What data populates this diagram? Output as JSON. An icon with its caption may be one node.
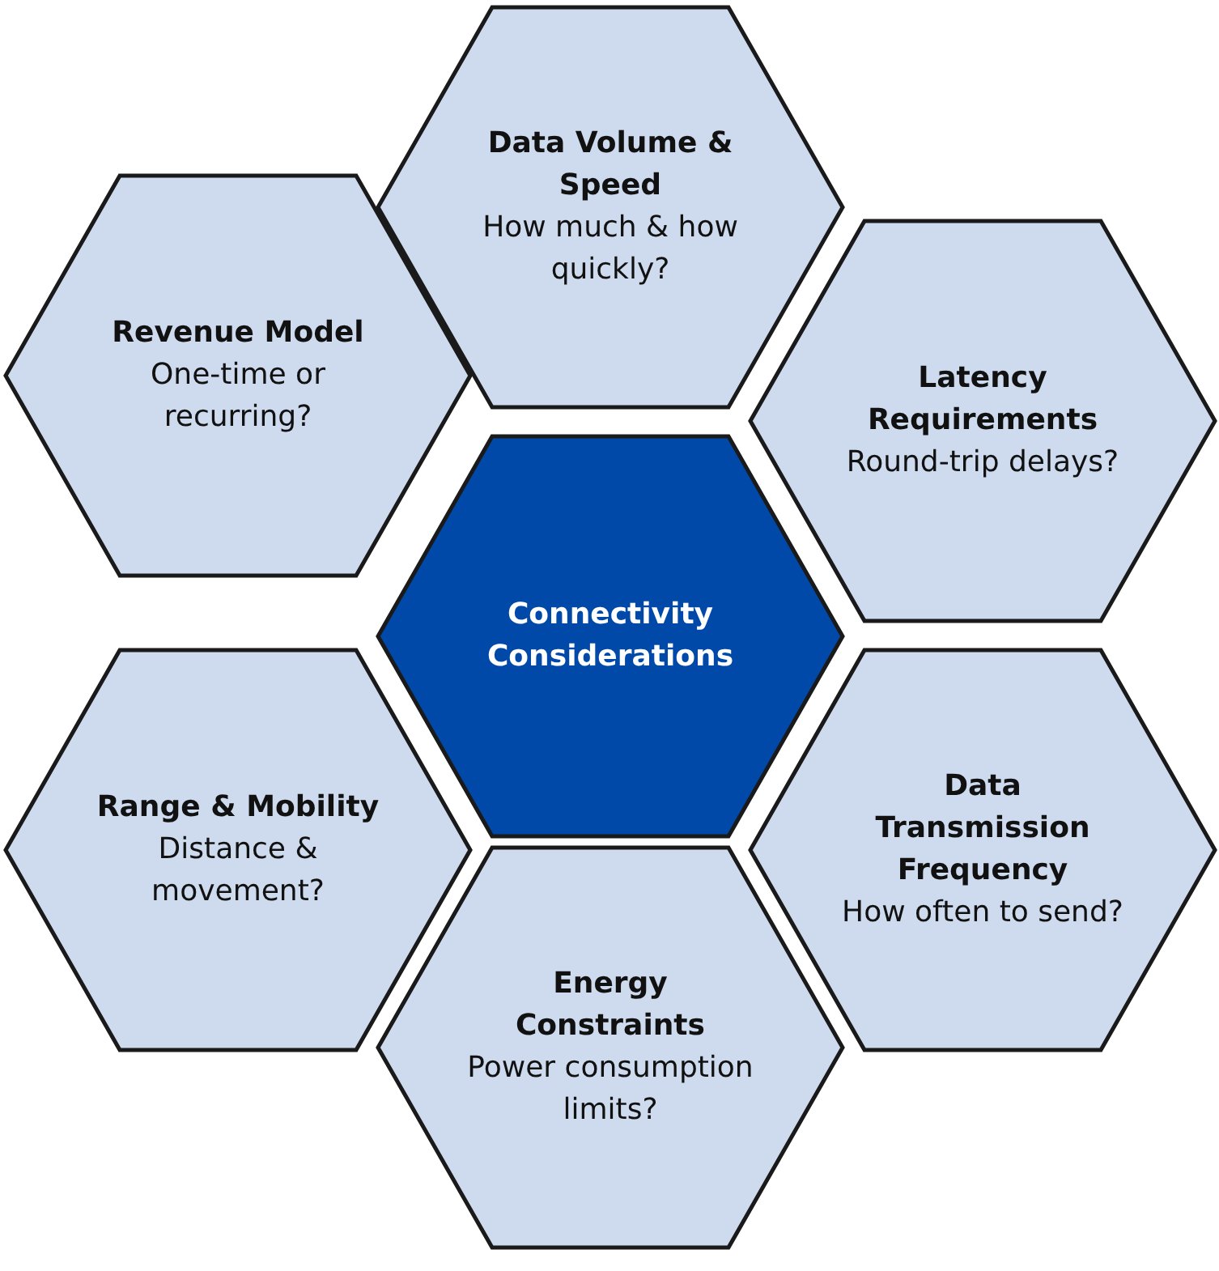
{
  "diagram": {
    "nodes": [
      {
        "text": [
          "Data Volume & Speed",
          "How much & how quickly?"
        ]
      },
      {
        "text": [
          "Revenue Model",
          "One-time or recurring?"
        ]
      },
      {
        "text": [
          "Latency Requirements",
          "Round-trip delays?"
        ]
      },
      {
        "text": [
          "Connectivity Considerations"
        ]
      },
      {
        "text": [
          "Range & Mobility",
          "Distance & movement?"
        ]
      },
      {
        "text": [
          "Data Transmission Frequency",
          "How often to send?"
        ]
      },
      {
        "text": [
          "Energy Constraints",
          "Power consumption limits?"
        ]
      }
    ]
  }
}
